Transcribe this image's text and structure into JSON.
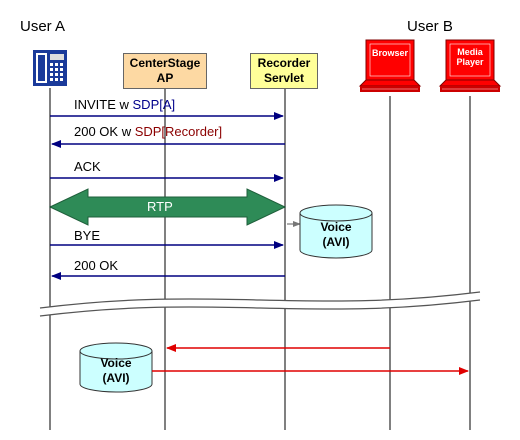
{
  "actors": {
    "user_a": "User A",
    "user_b": "User B"
  },
  "participants": {
    "centerstage": [
      "CenterStage",
      "AP"
    ],
    "recorder": [
      "Recorder",
      "Servlet"
    ],
    "browser": "Browser",
    "media_player": [
      "Media",
      "Player"
    ]
  },
  "messages": {
    "invite_prefix": "INVITE w ",
    "invite_sdp": "SDP[A]",
    "ok_prefix": "200 OK w ",
    "ok_sdp": "SDP[Recorder]",
    "ack": "ACK",
    "rtp": "RTP",
    "bye": "BYE",
    "ok_final": "200 OK"
  },
  "storage": {
    "voice_top": [
      "Voice",
      "(AVI)"
    ],
    "voice_bottom": [
      "Voice",
      "(AVI)"
    ]
  },
  "colors": {
    "arrow_blue": "#000080",
    "arrow_red": "#e00000",
    "rtp_green": "#2e8b57",
    "cylinder": "#ccffff",
    "screen_red": "#ff0000"
  }
}
